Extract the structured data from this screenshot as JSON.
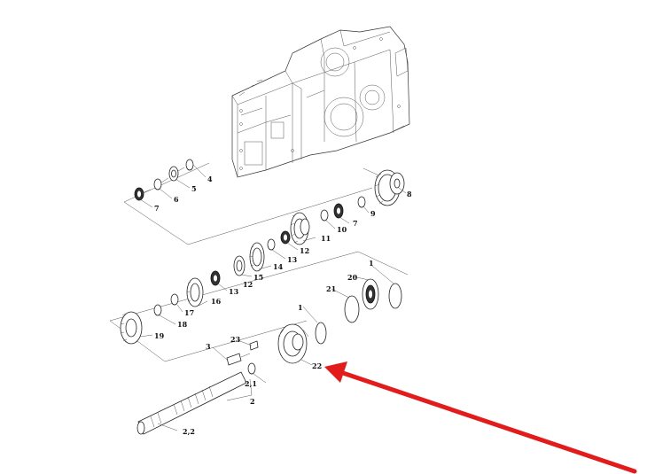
{
  "diagram": {
    "labels": [
      "4",
      "5",
      "6",
      "7",
      "8",
      "9",
      "7",
      "10",
      "11",
      "12",
      "13",
      "14",
      "15",
      "12",
      "13",
      "16",
      "17",
      "18",
      "19",
      "1",
      "20",
      "21",
      "1",
      "22",
      "23",
      "3",
      "2,1",
      "2",
      "2,2"
    ],
    "colors": {
      "arrow": "#e31b1b",
      "lines": "#333333"
    }
  }
}
